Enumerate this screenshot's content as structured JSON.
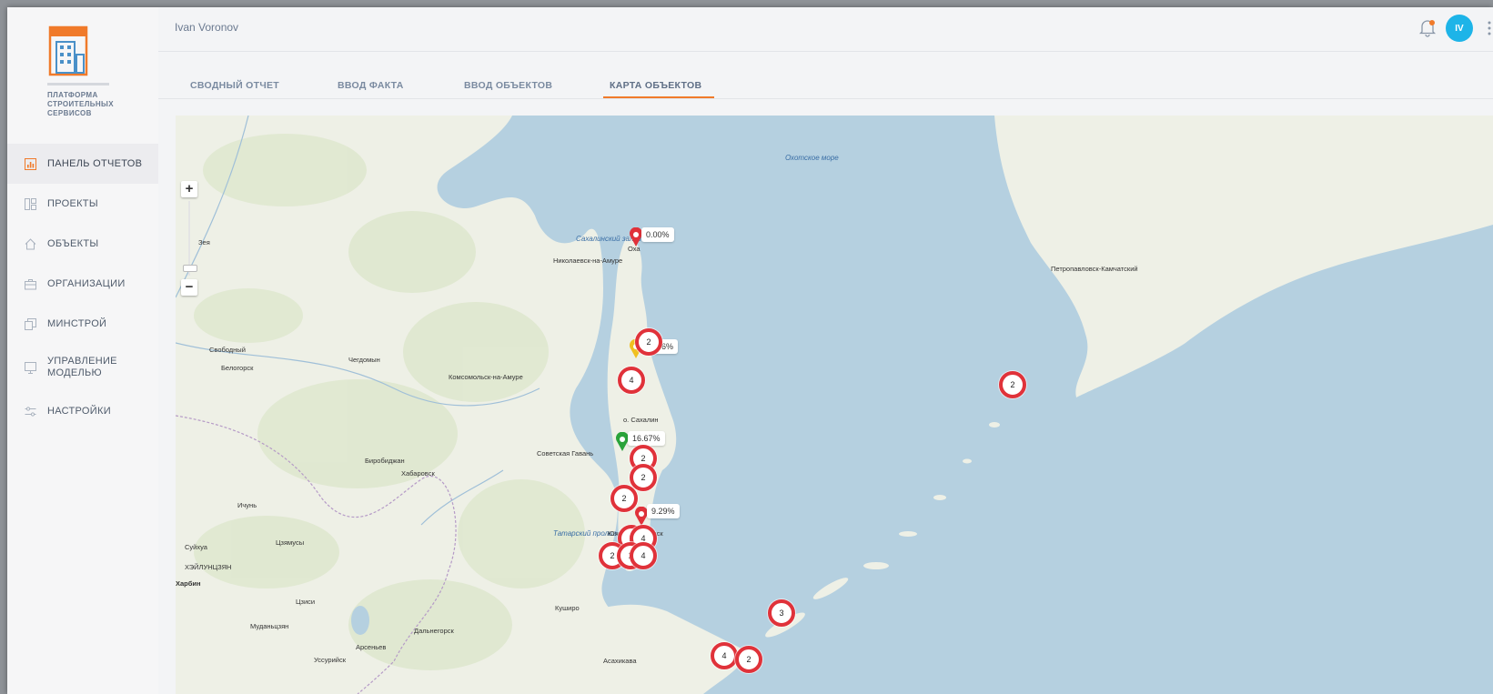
{
  "brand": {
    "line1": "ПЛАТФОРМА",
    "line2": "СТРОИТЕЛЬНЫХ",
    "line3": "СЕРВИСОВ"
  },
  "sidebar": {
    "items": [
      {
        "label": "ПАНЕЛЬ ОТЧЕТОВ",
        "icon": "chart-icon",
        "active": true
      },
      {
        "label": "ПРОЕКТЫ",
        "icon": "projects-icon"
      },
      {
        "label": "ОБЪЕКТЫ",
        "icon": "home-icon"
      },
      {
        "label": "ОРГАНИЗАЦИИ",
        "icon": "briefcase-icon"
      },
      {
        "label_line1": "МИНСТРОЙ",
        "icon": "copy-icon"
      },
      {
        "label_line1": "УПРАВЛЕНИЕ",
        "label_line2": "МОДЕЛЬЮ",
        "icon": "monitor-icon"
      },
      {
        "label": "НАСТРОЙКИ",
        "icon": "sliders-icon"
      }
    ]
  },
  "header": {
    "user_name": "Ivan Voronov",
    "avatar_initials": "IV"
  },
  "tabs": [
    {
      "label": "СВОДНЫЙ ОТЧЕТ"
    },
    {
      "label": "ВВОД ФАКТА"
    },
    {
      "label": "ВВОД ОБЪЕКТОВ"
    },
    {
      "label": "КАРТА ОБЪЕКТОВ",
      "active": true
    }
  ],
  "map": {
    "zoom_in": "+",
    "zoom_out": "−",
    "markers": [
      {
        "type": "pin",
        "color": "red",
        "label": "0.00%"
      },
      {
        "type": "pin",
        "color": "yellow",
        "label": "36%"
      },
      {
        "type": "pin",
        "color": "green",
        "label": "16.67%"
      },
      {
        "type": "pin",
        "color": "red",
        "label": "9.29%"
      }
    ],
    "clusters": [
      "2",
      "4",
      "2",
      "2",
      "2",
      "2",
      "4",
      "2",
      "2",
      "4",
      "3",
      "4",
      "2"
    ],
    "water_labels": [
      "Охотское море",
      "Сахалинский залив",
      "Татарский пролив"
    ],
    "places": [
      "Зея",
      "Николаевск-на-Амуре",
      "Оха",
      "Свободный",
      "Белогорск",
      "Чегдомын",
      "Комсомольск-на-Амуре",
      "о. Сахалин",
      "Советская Гавань",
      "Биробиджан",
      "Хабаровск",
      "Ичунь",
      "Суйхуа",
      "Цзямусы",
      "ХЭЙЛУНЦЗЯН",
      "Харбин",
      "Цзиси",
      "Муданьцзян",
      "Дальнегорск",
      "Арсеньев",
      "Уссурийск",
      "Асахикава",
      "Петропавловск-Камчатский",
      "Южно-Сахалинск",
      "Куширо"
    ]
  },
  "colors": {
    "accent": "#f07a2a",
    "avatar": "#1db4e8",
    "cluster": "#e0323a",
    "water": "#b5d0e0",
    "land": "#eef0e6"
  }
}
